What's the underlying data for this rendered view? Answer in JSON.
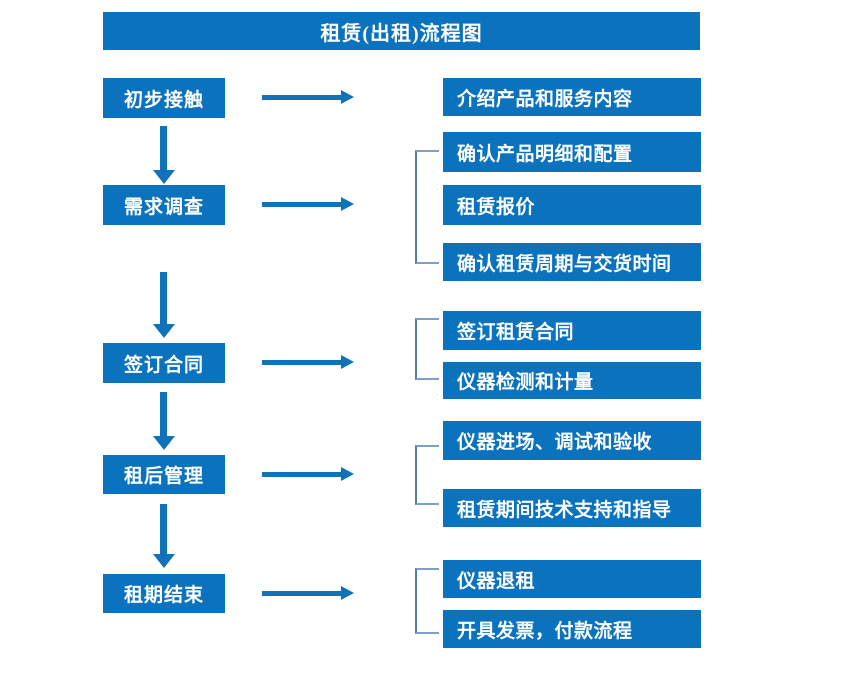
{
  "diagram": {
    "title": "租赁(出租)流程图",
    "colors": {
      "box_blue": "#0b72be",
      "arrow_blue": "#1072b8",
      "bracket_blue": "#4d7fb0",
      "text_white": "#ffffff",
      "background": "#ffffff"
    },
    "stages": [
      {
        "label": "初步接触"
      },
      {
        "label": "需求调查"
      },
      {
        "label": "签订合同"
      },
      {
        "label": "租后管理"
      },
      {
        "label": "租期结束"
      }
    ],
    "details": [
      {
        "label": "介绍产品和服务内容"
      },
      {
        "label": "确认产品明细和配置"
      },
      {
        "label": "租赁报价"
      },
      {
        "label": "确认租赁周期与交货时间"
      },
      {
        "label": "签订租赁合同"
      },
      {
        "label": "仪器检测和计量"
      },
      {
        "label": "仪器进场、调试和验收"
      },
      {
        "label": "租赁期间技术支持和指导"
      },
      {
        "label": "仪器退租"
      },
      {
        "label": "开具发票，付款流程"
      }
    ]
  }
}
